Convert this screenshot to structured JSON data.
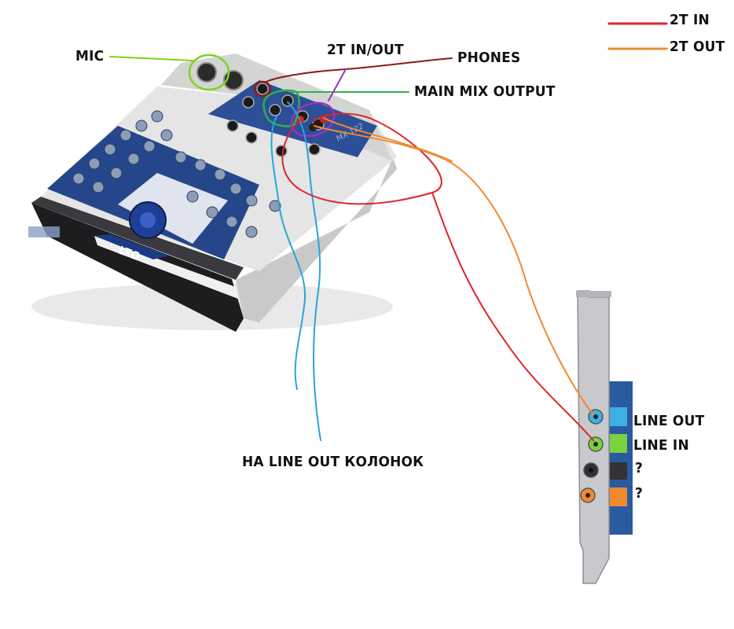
{
  "legend": {
    "items": [
      {
        "label": "2T IN",
        "color": "#e0242a"
      },
      {
        "label": "2T OUT",
        "color": "#f08a2e"
      }
    ]
  },
  "labels": {
    "mic": "MIC",
    "two_t_in_out": "2T IN/OUT",
    "phones": "PHONES",
    "main_mix_output": "MAIN MIX OUTPUT",
    "na_line_out": "НА LINE OUT КОЛОНОК",
    "line_out": "LINE OUT",
    "line_in": "LINE IN",
    "unknown_1": "?",
    "unknown_2": "?"
  },
  "mixer": {
    "brand": "LTO",
    "model": "MX 122"
  },
  "colors": {
    "mic_line": "#7ed321",
    "phones_line": "#8b1a1a",
    "main_mix_line": "#2fb04a",
    "two_t_in_out_line": "#9b30c8",
    "speaker_line": "#2aa4d8",
    "two_t_in_line": "#e0242a",
    "two_t_out_line": "#f08a2e",
    "mixer_blue": "#23478f",
    "mixer_panel": "#dcdcd8",
    "card_pcb": "#2a5aa0",
    "card_bracket": "#c8c9cc"
  }
}
